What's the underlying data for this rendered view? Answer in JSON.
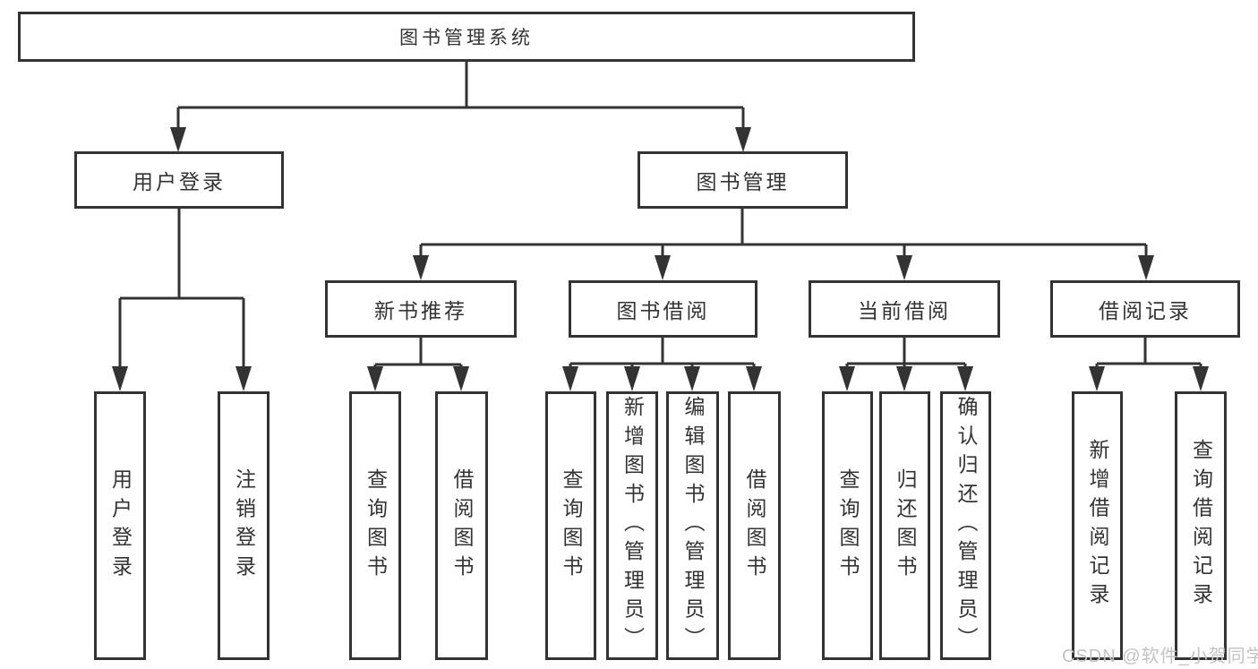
{
  "tree": {
    "label": "图书管理系统",
    "children": [
      {
        "label": "用户登录",
        "children": [
          {
            "label": "用户登录"
          },
          {
            "label": "注销登录"
          }
        ]
      },
      {
        "label": "图书管理",
        "children": [
          {
            "label": "新书推荐",
            "children": [
              {
                "label": "查询图书"
              },
              {
                "label": "借阅图书"
              }
            ]
          },
          {
            "label": "图书借阅",
            "children": [
              {
                "label": "查询图书"
              },
              {
                "label": "新增图书（管理员）"
              },
              {
                "label": "编辑图书（管理员）"
              },
              {
                "label": "借阅图书"
              }
            ]
          },
          {
            "label": "当前借阅",
            "children": [
              {
                "label": "查询图书"
              },
              {
                "label": "归还图书"
              },
              {
                "label": "确认归还（管理员）"
              }
            ]
          },
          {
            "label": "借阅记录",
            "children": [
              {
                "label": "新增借阅记录"
              },
              {
                "label": "查询借阅记录"
              }
            ]
          }
        ]
      }
    ]
  },
  "watermark": {
    "text": "CSDN @软件_小贺同学"
  },
  "colors": {
    "line": "#333333",
    "text": "#333333",
    "box_background": "#ffffff",
    "watermark": "#c3c3c3",
    "background": "#ffffff"
  }
}
